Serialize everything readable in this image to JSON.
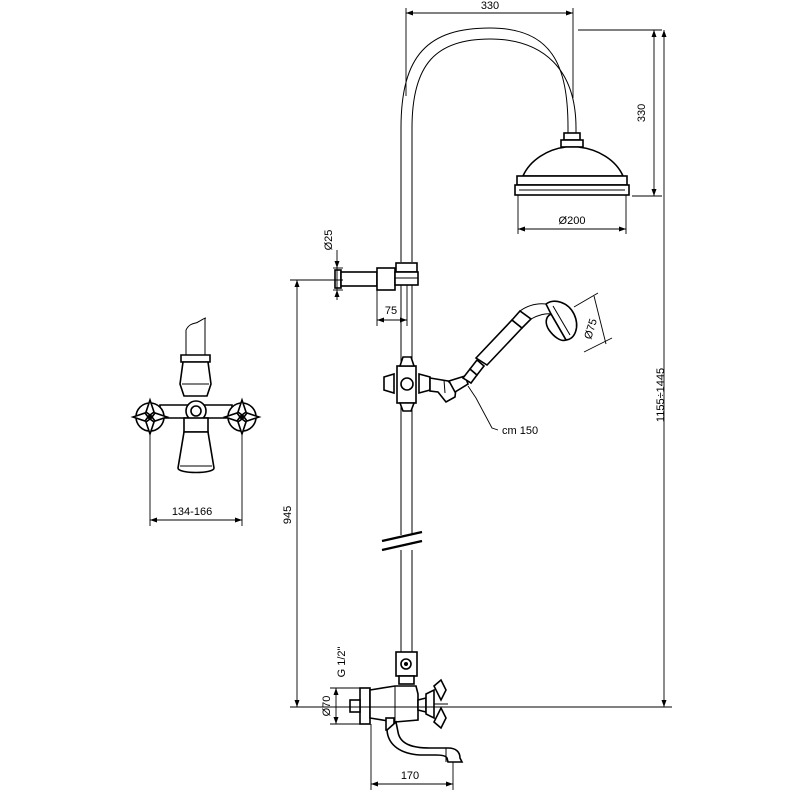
{
  "dimensions": {
    "arm_reach": "330",
    "head_height": "330",
    "head_diameter": "Ø200",
    "bracket_diameter": "Ø25",
    "bracket_offset": "75",
    "hand_shower_diameter": "Ø75",
    "hose_length": "cm 150",
    "total_height": "1155÷1445",
    "column_height": "945",
    "centres": "134-166",
    "inlet_thread": "G 1/2\"",
    "escutcheon_diameter": "Ø70",
    "spout_reach": "170"
  }
}
